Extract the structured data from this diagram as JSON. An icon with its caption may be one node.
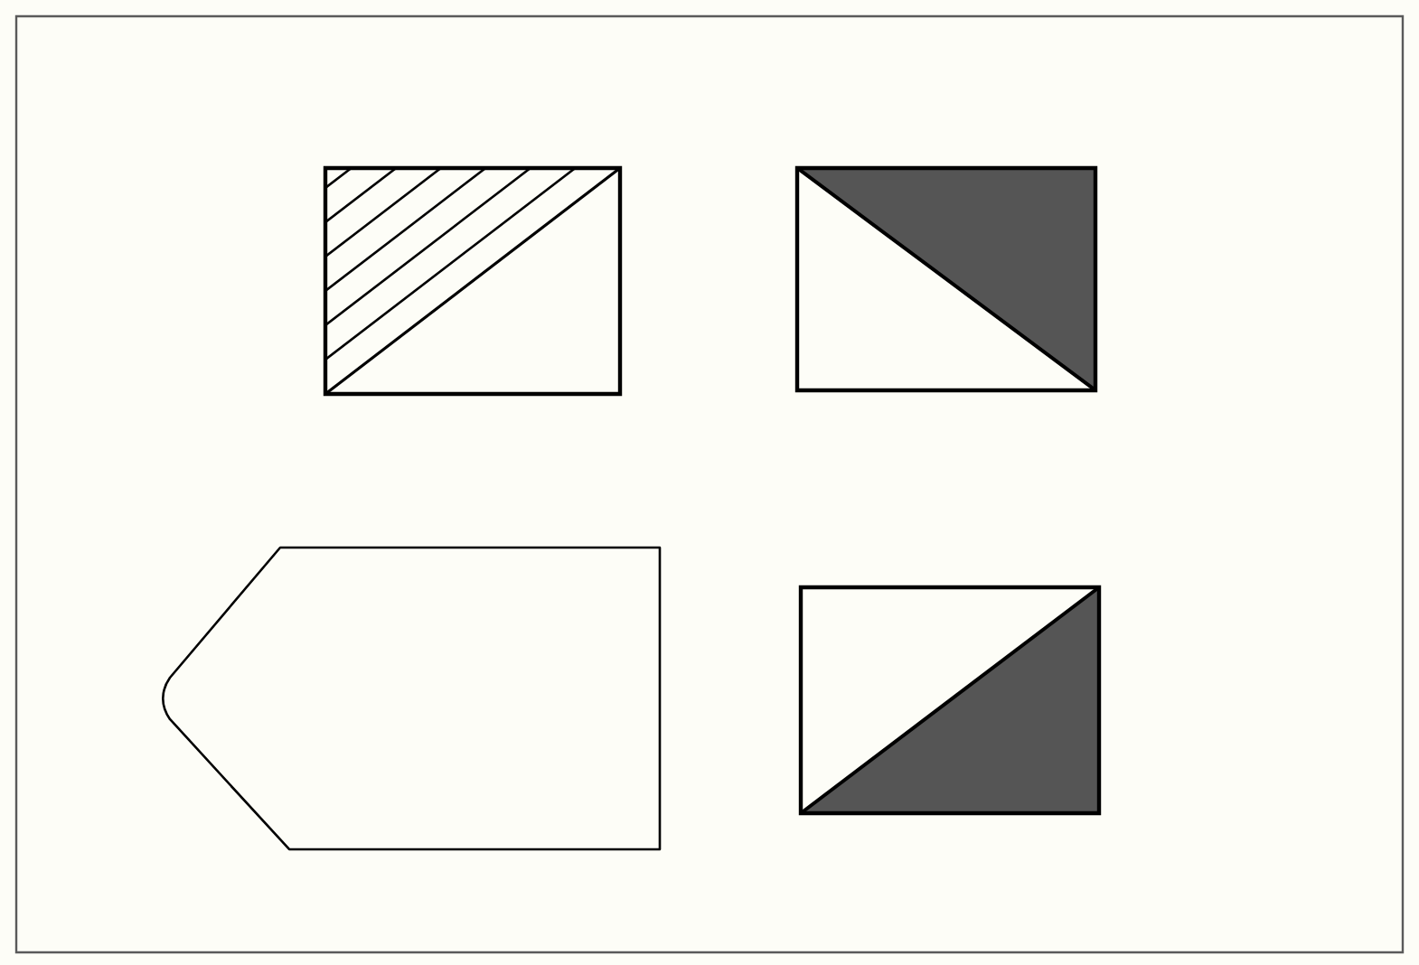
{
  "diagram": {
    "nodes": [
      {
        "text": [],
        "shape": "box"
      },
      {
        "text": [],
        "shape": "box"
      },
      {
        "text": [],
        "shape": "tag"
      },
      {
        "text": [],
        "shape": "box"
      }
    ]
  }
}
